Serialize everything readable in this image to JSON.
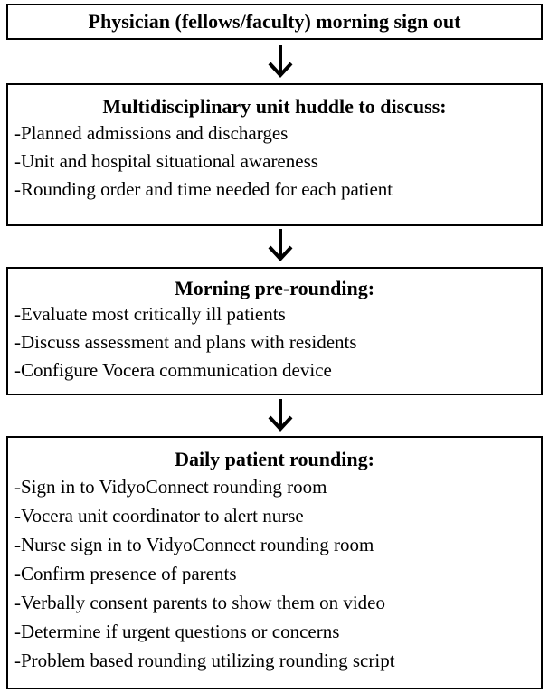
{
  "steps": [
    {
      "title": "Physician (fellows/faculty) morning sign out",
      "items": []
    },
    {
      "title": "Multidisciplinary unit huddle to discuss:",
      "items": [
        "-Planned admissions and discharges",
        "-Unit and hospital situational awareness",
        "-Rounding order and time needed for each patient"
      ]
    },
    {
      "title": "Morning pre-rounding:",
      "items": [
        "-Evaluate most critically ill patients",
        "-Discuss assessment and plans with residents",
        "-Configure Vocera communication device"
      ]
    },
    {
      "title": "Daily patient rounding:",
      "items": [
        "-Sign in to VidyoConnect rounding room",
        "-Vocera unit coordinator to alert nurse",
        "-Nurse sign in to VidyoConnect rounding room",
        "-Confirm presence of parents",
        "-Verbally consent parents to show them on video",
        "-Determine if urgent questions or concerns",
        "-Problem based rounding utilizing rounding script"
      ]
    }
  ],
  "colors": {
    "border": "#000000",
    "text": "#000000",
    "background": "#ffffff"
  },
  "icons": {
    "connector": "arrow-down-icon"
  }
}
